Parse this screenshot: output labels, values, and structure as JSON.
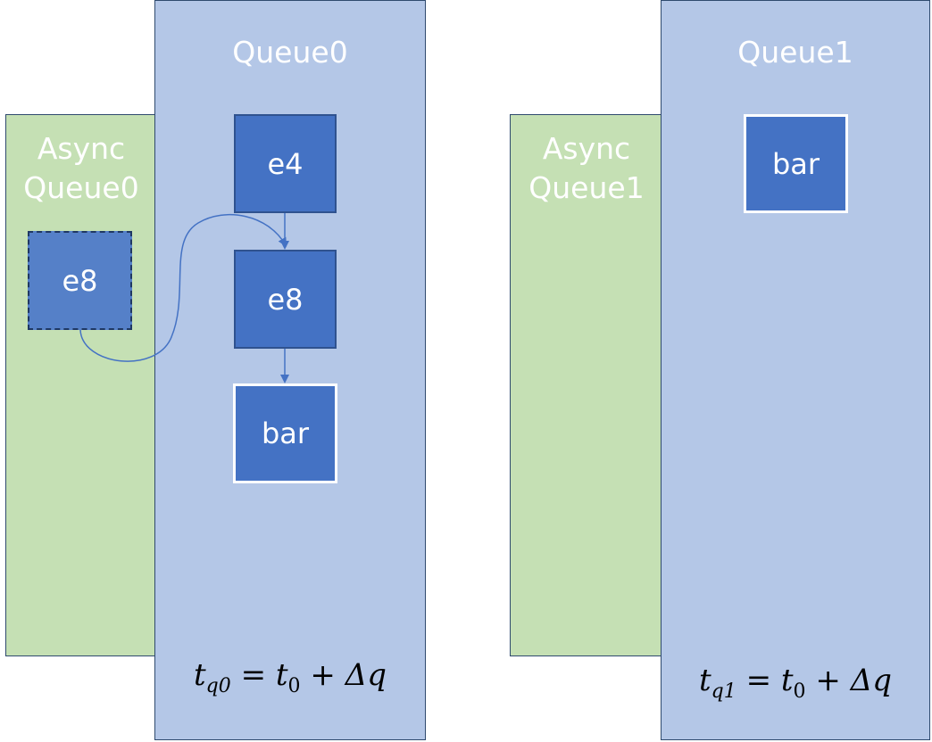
{
  "async_queue0": {
    "title_line1": "Async",
    "title_line2": "Queue0"
  },
  "queue0": {
    "title": "Queue0",
    "items": [
      "e4",
      "e8",
      "bar"
    ],
    "formula": {
      "t": "t",
      "sub": "q0",
      "rhs_t": "t",
      "rhs_sub": "0",
      "delta": "Δq"
    }
  },
  "async_box0": "e8",
  "async_queue1": {
    "title_line1": "Async",
    "title_line2": "Queue1"
  },
  "queue1": {
    "title": "Queue1",
    "items": [
      "bar"
    ],
    "formula": {
      "t": "t",
      "sub": "q1",
      "rhs_t": "t",
      "rhs_sub": "0",
      "delta": "Δq"
    }
  },
  "colors": {
    "async_fill": "#c5e0b4",
    "queue_fill": "#b4c7e7",
    "event_fill": "#4472c4",
    "arrow": "#4472c4"
  }
}
